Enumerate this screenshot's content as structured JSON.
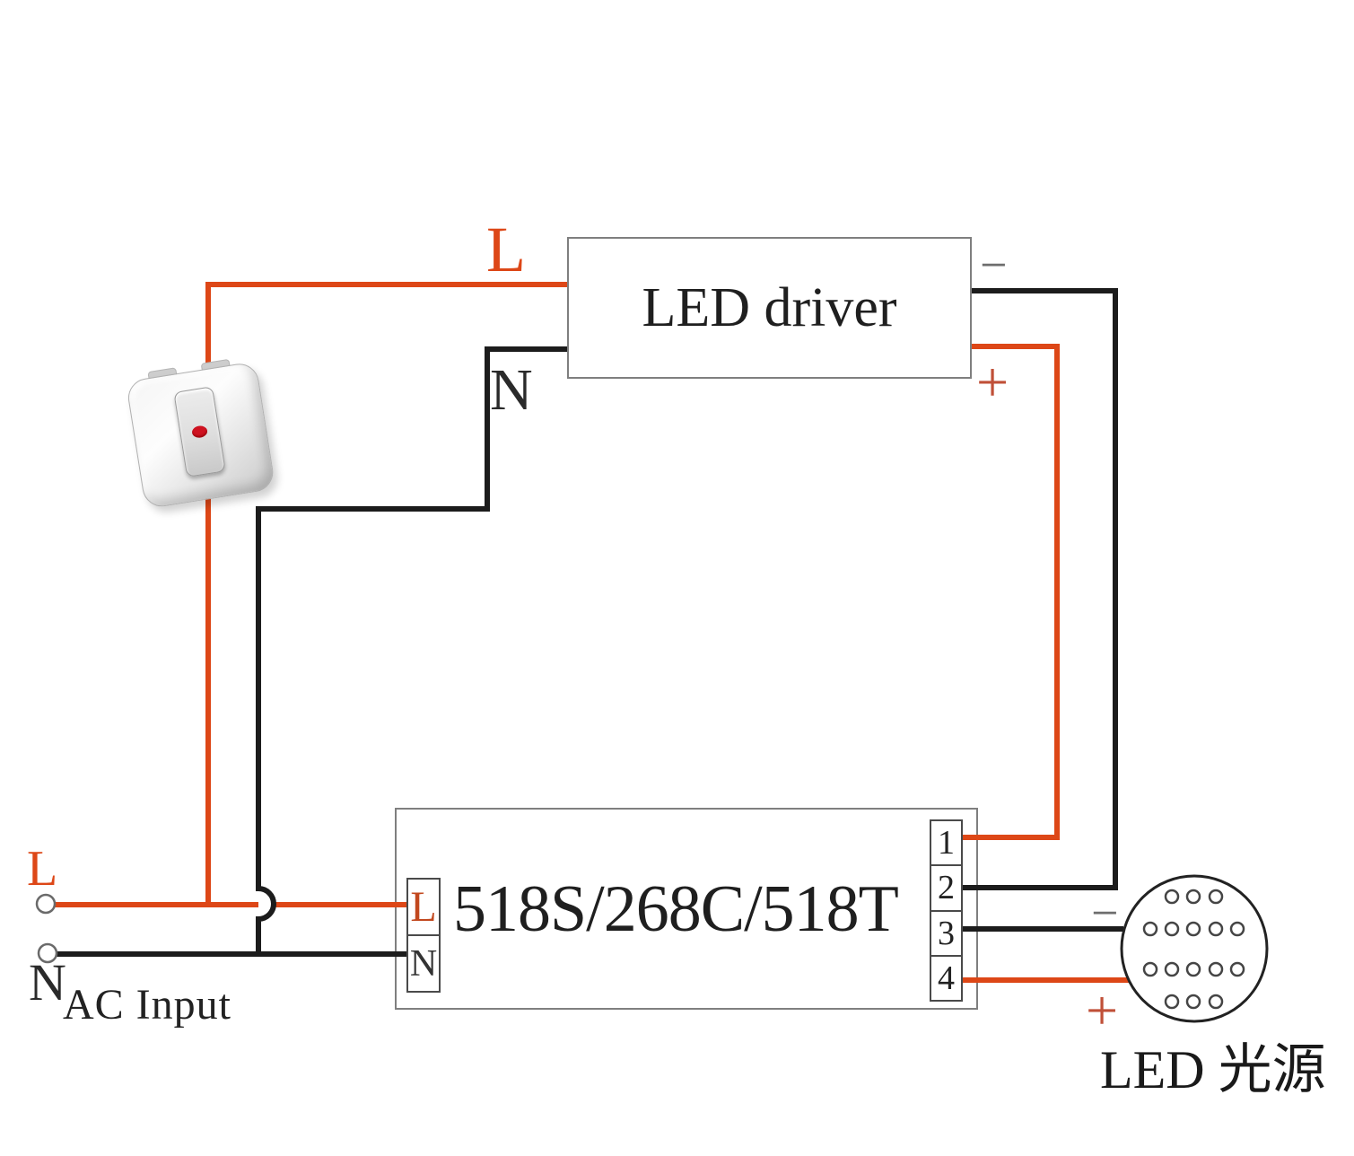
{
  "driver": {
    "label": "LED driver",
    "output_minus": "−",
    "output_plus": "+"
  },
  "wire_labels": {
    "live": "L",
    "neutral": "N"
  },
  "controller": {
    "label": "518S/268C/518T",
    "terminals_in": [
      "L",
      "N"
    ],
    "terminals_out": [
      "1",
      "2",
      "3",
      "4"
    ]
  },
  "ac_input": {
    "caption": "AC Input",
    "live": "L",
    "neutral": "N"
  },
  "lamp": {
    "label": "LED 光源",
    "minus": "−",
    "plus": "+"
  },
  "colors": {
    "wire-live": "#dd4717",
    "wire-neutral": "#1c1c1c",
    "box-border": "#7f7f7f",
    "terminal-border": "#4a4a4a",
    "terminal-live-text": "#c2481e",
    "plus-sign": "#c05038",
    "minus-sign": "#6e6e6e",
    "diagram-text": "#1f1f1f",
    "lamp-outline": "#222222",
    "switch-dot": "#cf1220"
  }
}
